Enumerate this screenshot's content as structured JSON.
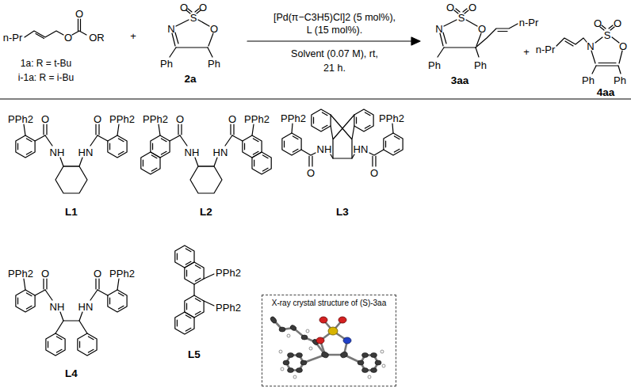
{
  "diagram": {
    "nodes": [
      {
        "text": [
          "X-ray crystal structure of (S)-3aa"
        ]
      }
    ],
    "labels": [
      "n-Pr",
      "O",
      "O",
      "OR",
      "1a: R = t-Bu",
      "i-1a: R = i-Bu",
      "+",
      "O",
      "O",
      "S",
      "N",
      "O",
      "Ph",
      "Ph",
      "2a",
      "[Pd(π−C3H5)Cl]2 (5 mol%),",
      "L (15 mol%).",
      "Solvent (0.07 M), rt,",
      "21 h.",
      "O",
      "O",
      "S",
      "N",
      "O",
      "Ph",
      "Ph",
      "n-Pr",
      "3aa",
      "+",
      "n-Pr",
      "O",
      "O",
      "S",
      "N",
      "O",
      "Ph",
      "Ph",
      "4aa",
      "PPh2",
      "O",
      "NH",
      "HN",
      "O",
      "PPh2",
      "L1",
      "PPh2",
      "O",
      "NH",
      "HN",
      "O",
      "PPh2",
      "L2",
      "PPh2",
      "O",
      "NH",
      "HN",
      "O",
      "PPh2",
      "L3",
      "PPh2",
      "O",
      "NH",
      "HN",
      "O",
      "PPh2",
      "L4",
      "PPh2",
      "PPh2",
      "L5"
    ]
  }
}
